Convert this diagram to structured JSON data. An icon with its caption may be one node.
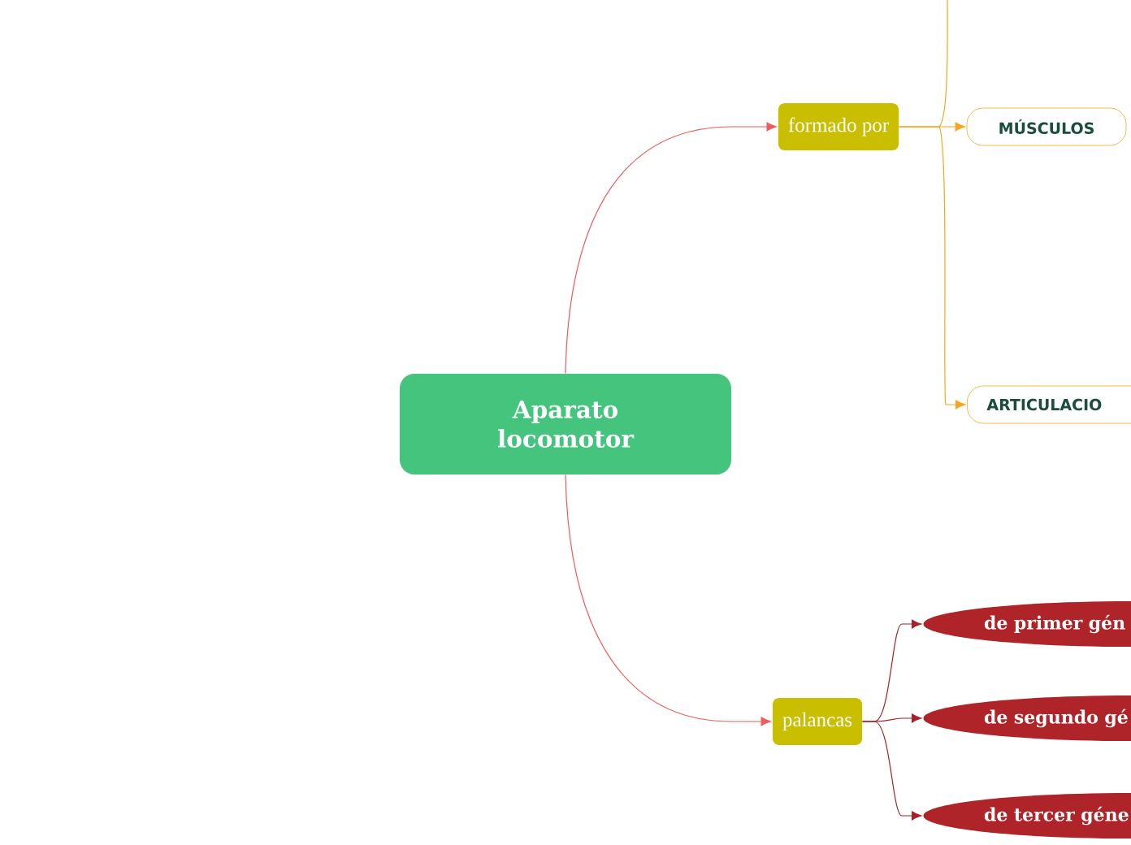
{
  "diagram": {
    "nodes": [
      {
        "text": [
          "Aparato locomotor"
        ]
      },
      {
        "text": [
          "formado por"
        ]
      },
      {
        "text": [
          "MÚSCULOS"
        ]
      },
      {
        "text": [
          "ARTICULACIO"
        ]
      },
      {
        "text": [
          "palancas"
        ]
      },
      {
        "text": [
          "de primer gén"
        ]
      },
      {
        "text": [
          "de segundo gé"
        ]
      },
      {
        "text": [
          "de tercer géne"
        ]
      }
    ],
    "edges": [
      {
        "from": 0,
        "to": 1,
        "arrow": "to",
        "color": "#f05a5a"
      },
      {
        "from": 0,
        "to": 4,
        "arrow": "to",
        "color": "#f05a5a"
      },
      {
        "from": 1,
        "to": null,
        "arrow": "none",
        "color": "#f5a623"
      },
      {
        "from": 1,
        "to": 2,
        "arrow": "to",
        "color": "#f5a623"
      },
      {
        "from": 1,
        "to": 3,
        "arrow": "to",
        "color": "#f5a623"
      },
      {
        "from": 4,
        "to": 5,
        "arrow": "to",
        "color": "#a3232a"
      },
      {
        "from": 4,
        "to": 6,
        "arrow": "to",
        "color": "#a3232a"
      },
      {
        "from": 4,
        "to": 7,
        "arrow": "to",
        "color": "#a3232a"
      }
    ]
  }
}
